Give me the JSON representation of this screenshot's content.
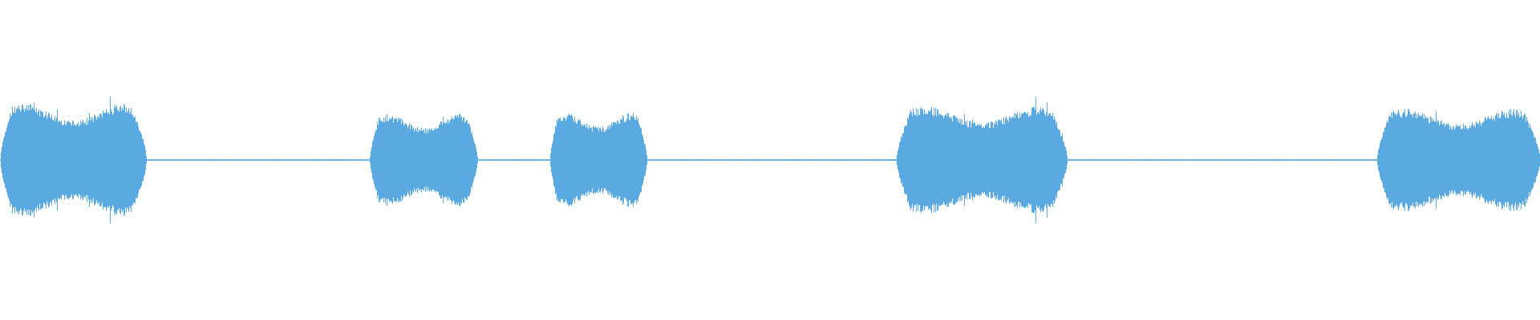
{
  "waveform": {
    "color": "#5aaae1",
    "background": "#ffffff",
    "segments": [
      {
        "start": 0.0,
        "end": 0.095,
        "amplitude": 0.88
      },
      {
        "start": 0.24,
        "end": 0.31,
        "amplitude": 0.72
      },
      {
        "start": 0.357,
        "end": 0.42,
        "amplitude": 0.74
      },
      {
        "start": 0.582,
        "end": 0.693,
        "amplitude": 0.84
      },
      {
        "start": 0.894,
        "end": 1.0,
        "amplitude": 0.8
      }
    ],
    "baseline_amplitude": 0.012
  }
}
